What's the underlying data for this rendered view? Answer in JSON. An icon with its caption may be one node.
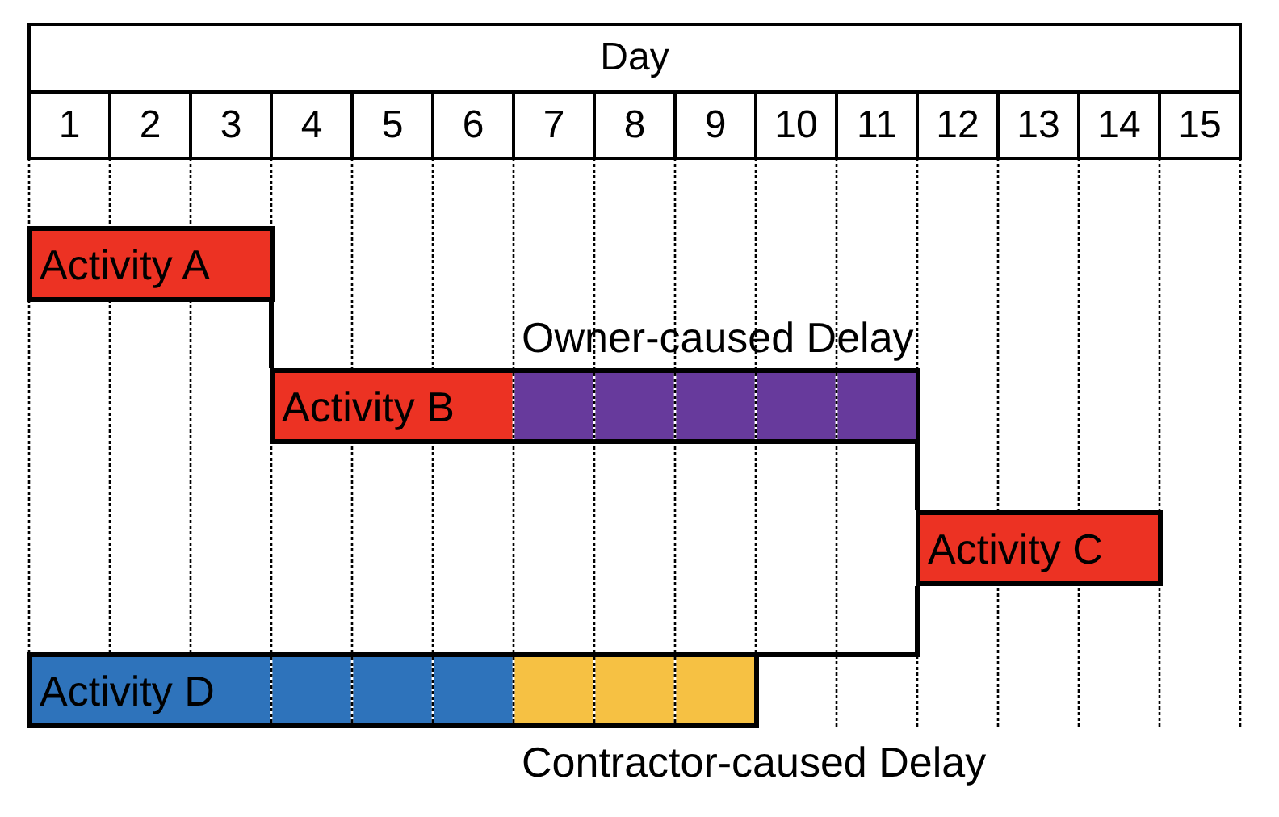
{
  "diagram": {
    "nodes": [
      {
        "text": [
          "Activity A"
        ]
      },
      {
        "text": [
          "Activity B"
        ]
      },
      {
        "text": [
          "Owner-caused Delay"
        ],
        "in": 1
      },
      {
        "text": [
          "Activity C"
        ]
      },
      {
        "text": [
          "Activity D"
        ]
      },
      {
        "text": [
          "Contractor-caused Delay"
        ],
        "in": 4
      }
    ],
    "edges": [
      {
        "from": 0,
        "to": 1,
        "arrow": "none"
      },
      {
        "from": 1,
        "to": 3,
        "arrow": "none"
      },
      {
        "from": 4,
        "to": 3,
        "arrow": "none"
      }
    ],
    "labels": [
      "Day",
      "1",
      "2",
      "3",
      "4",
      "5",
      "6",
      "7",
      "8",
      "9",
      "10",
      "11",
      "12",
      "13",
      "14",
      "15"
    ]
  }
}
